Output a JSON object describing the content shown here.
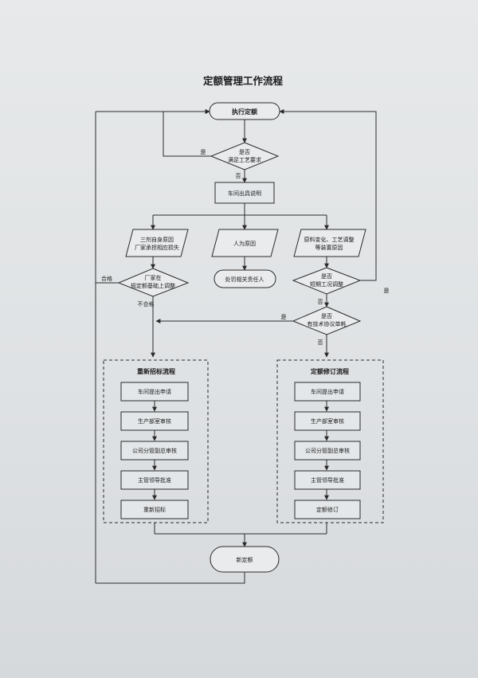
{
  "title": "定额管理工作流程",
  "start": "执行定额",
  "decision1": {
    "line1": "是否",
    "line2": "满足工艺要求",
    "yes": "是",
    "no": "否"
  },
  "workshop_explain": "车间出具说明",
  "causes": {
    "c1": {
      "line1": "三剂自身原因",
      "line2": "厂家承担相应损失"
    },
    "c2": "人为原因",
    "c3": {
      "line1": "原料变化、工艺调整",
      "line2": "等装置原因"
    }
  },
  "punish": "处罚相关责任人",
  "decision_vendor": {
    "line1": "厂家在",
    "line2": "规定额基础上调整",
    "pass": "合格",
    "fail": "不合格"
  },
  "decision_short": {
    "line1": "是否",
    "line2": "短期工况调整",
    "yes": "是",
    "no": "否"
  },
  "decision_tech": {
    "line1": "是否",
    "line2": "有技术协议单耗",
    "yes": "是",
    "no": "否"
  },
  "left_group": {
    "title": "重新招标流程",
    "steps": [
      "车间提出申请",
      "生产部室审核",
      "公司分管副总审核",
      "主管领导批准",
      "重新招标"
    ]
  },
  "right_group": {
    "title": "定额修订流程",
    "steps": [
      "车间提出申请",
      "生产部室审核",
      "公司分管副总审核",
      "主管领导批准",
      "定额修订"
    ]
  },
  "end": "新定额"
}
